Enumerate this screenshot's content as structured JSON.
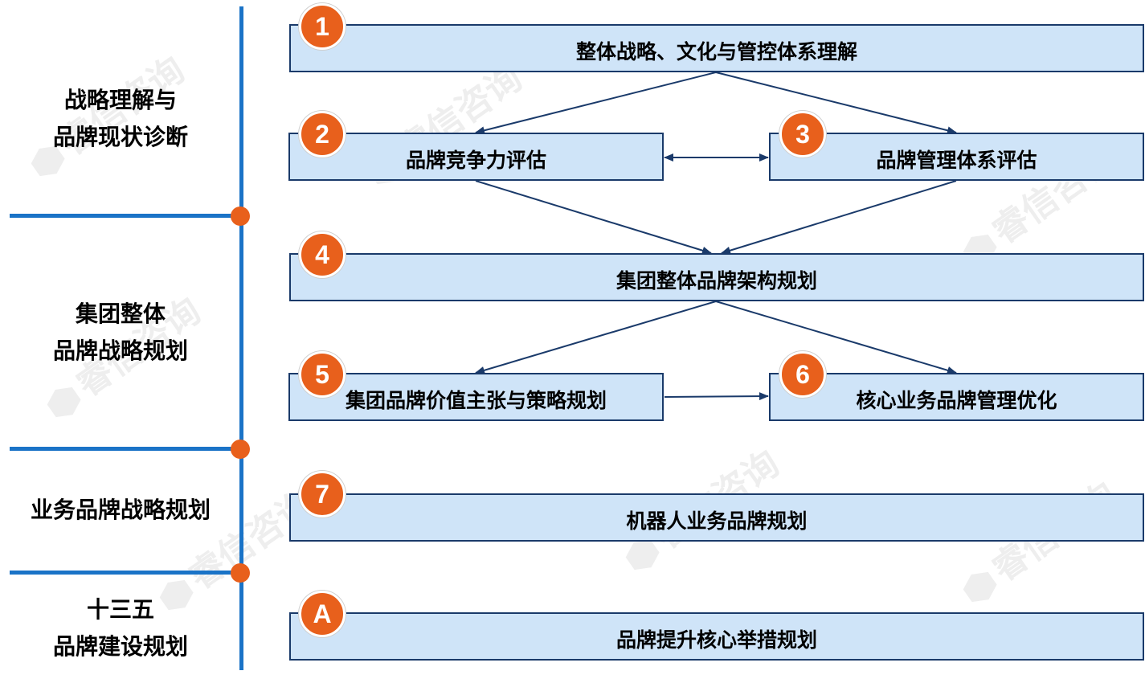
{
  "watermark": {
    "text": "睿信咨询"
  },
  "phases": [
    {
      "line1": "战略理解与",
      "line2": "品牌现状诊断"
    },
    {
      "line1": "集团整体",
      "line2": "品牌战略规划"
    },
    {
      "line1": "业务品牌战略规划",
      "line2": ""
    },
    {
      "line1": "十三五",
      "line2": "品牌建设规划"
    }
  ],
  "steps": [
    {
      "num": "1",
      "label": "整体战略、文化与管控体系理解"
    },
    {
      "num": "2",
      "label": "品牌竞争力评估"
    },
    {
      "num": "3",
      "label": "品牌管理体系评估"
    },
    {
      "num": "4",
      "label": "集团整体品牌架构规划"
    },
    {
      "num": "5",
      "label": "集团品牌价值主张与策略规划"
    },
    {
      "num": "6",
      "label": "核心业务品牌管理优化"
    },
    {
      "num": "7",
      "label": "机器人业务品牌规划"
    },
    {
      "num": "A",
      "label": "品牌提升核心举措规划"
    }
  ],
  "colors": {
    "accent": "#e8601c",
    "line": "#1a73c7",
    "box_fill": "#cfe4f8",
    "box_border": "#1a3a6a",
    "arrow": "#1a3a6a"
  }
}
